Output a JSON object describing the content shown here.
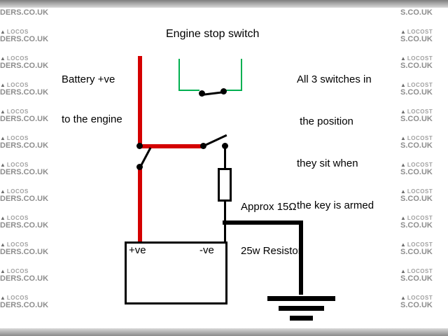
{
  "watermark": {
    "left": {
      "brand": "LOCOS",
      "url": "DERS.CO.UK"
    },
    "right": {
      "brand": "LOCOST",
      "url": "S.CO.UK"
    },
    "logo_glyph": "▲",
    "rows": 12
  },
  "diagram": {
    "title": "Engine stop switch",
    "battery_feed_label": {
      "line1": "Battery +ve",
      "line2": "to the engine"
    },
    "note": {
      "line1": "All 3 switches in",
      "line2": " the position",
      "line3": "they sit when",
      "line4": "the key is armed"
    },
    "resistor_label": {
      "line1": "Approx 15Ω",
      "line2": "25w Resistor"
    },
    "battery_terminals": {
      "positive": "+ve",
      "negative": "-ve"
    },
    "colors": {
      "hot_wire": "#d40000",
      "switch_housing": "#00b050",
      "ground_wire": "#000000"
    }
  }
}
